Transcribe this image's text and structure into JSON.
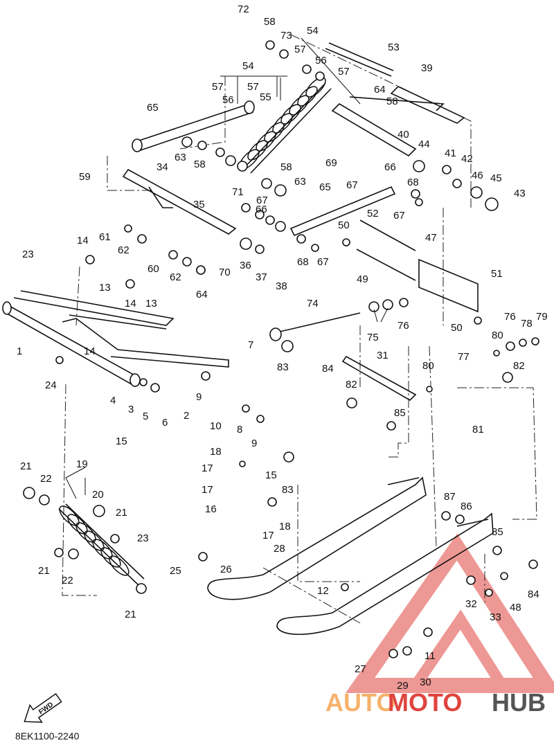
{
  "diagram_ref": "8EK1100-2240",
  "fwd_label": "FWD",
  "watermark": {
    "part1": "AUTO",
    "part2": "MOTO",
    "part3": "HUB",
    "accent": "#e0443e",
    "light": "#f6b26b",
    "dark": "#555555"
  },
  "callouts": [
    {
      "id": "c72",
      "text": "72"
    },
    {
      "id": "c58a",
      "text": "58"
    },
    {
      "id": "c73",
      "text": "73"
    },
    {
      "id": "c54a",
      "text": "54"
    },
    {
      "id": "c57a",
      "text": "57"
    },
    {
      "id": "c56a",
      "text": "56"
    },
    {
      "id": "c53",
      "text": "53"
    },
    {
      "id": "c57b",
      "text": "57"
    },
    {
      "id": "c64a",
      "text": "64"
    },
    {
      "id": "c39",
      "text": "39"
    },
    {
      "id": "c54b",
      "text": "54"
    },
    {
      "id": "c57c",
      "text": "57"
    },
    {
      "id": "c56b",
      "text": "56"
    },
    {
      "id": "c57d",
      "text": "57"
    },
    {
      "id": "c55",
      "text": "55"
    },
    {
      "id": "c58b",
      "text": "58"
    },
    {
      "id": "c65a",
      "text": "65"
    },
    {
      "id": "c63a",
      "text": "63"
    },
    {
      "id": "c58c",
      "text": "58"
    },
    {
      "id": "c40",
      "text": "40"
    },
    {
      "id": "c44",
      "text": "44"
    },
    {
      "id": "c41",
      "text": "41"
    },
    {
      "id": "c42",
      "text": "42"
    },
    {
      "id": "c69",
      "text": "69"
    },
    {
      "id": "c66a",
      "text": "66"
    },
    {
      "id": "c34",
      "text": "34"
    },
    {
      "id": "c58d",
      "text": "58"
    },
    {
      "id": "c63b",
      "text": "63"
    },
    {
      "id": "c59",
      "text": "59"
    },
    {
      "id": "c46",
      "text": "46"
    },
    {
      "id": "c45",
      "text": "45"
    },
    {
      "id": "c67a",
      "text": "67"
    },
    {
      "id": "c68a",
      "text": "68"
    },
    {
      "id": "c43",
      "text": "43"
    },
    {
      "id": "c71",
      "text": "71"
    },
    {
      "id": "c67b",
      "text": "67"
    },
    {
      "id": "c65b",
      "text": "65"
    },
    {
      "id": "c35",
      "text": "35"
    },
    {
      "id": "c66b",
      "text": "66"
    },
    {
      "id": "c52",
      "text": "52"
    },
    {
      "id": "c67c",
      "text": "67"
    },
    {
      "id": "c61",
      "text": "61"
    },
    {
      "id": "c50a",
      "text": "50"
    },
    {
      "id": "c14a",
      "text": "14"
    },
    {
      "id": "c62a",
      "text": "62"
    },
    {
      "id": "c47",
      "text": "47"
    },
    {
      "id": "c23a",
      "text": "23"
    },
    {
      "id": "c60",
      "text": "60"
    },
    {
      "id": "c36",
      "text": "36"
    },
    {
      "id": "c37",
      "text": "37"
    },
    {
      "id": "c68b",
      "text": "68"
    },
    {
      "id": "c67d",
      "text": "67"
    },
    {
      "id": "c70",
      "text": "70"
    },
    {
      "id": "c62b",
      "text": "62"
    },
    {
      "id": "c13a",
      "text": "13"
    },
    {
      "id": "c38",
      "text": "38"
    },
    {
      "id": "c49",
      "text": "49"
    },
    {
      "id": "c51",
      "text": "51"
    },
    {
      "id": "c14b",
      "text": "14"
    },
    {
      "id": "c13b",
      "text": "13"
    },
    {
      "id": "c64b",
      "text": "64"
    },
    {
      "id": "c74",
      "text": "74"
    },
    {
      "id": "c76a",
      "text": "76"
    },
    {
      "id": "c79",
      "text": "79"
    },
    {
      "id": "c76b",
      "text": "76"
    },
    {
      "id": "c78",
      "text": "78"
    },
    {
      "id": "c1",
      "text": "1"
    },
    {
      "id": "c75",
      "text": "75"
    },
    {
      "id": "c50b",
      "text": "50"
    },
    {
      "id": "c80a",
      "text": "80"
    },
    {
      "id": "c14c",
      "text": "14"
    },
    {
      "id": "c7",
      "text": "7"
    },
    {
      "id": "c83a",
      "text": "83"
    },
    {
      "id": "c31",
      "text": "31"
    },
    {
      "id": "c77",
      "text": "77"
    },
    {
      "id": "c82a",
      "text": "82"
    },
    {
      "id": "c24",
      "text": "24"
    },
    {
      "id": "c84a",
      "text": "84"
    },
    {
      "id": "c80b",
      "text": "80"
    },
    {
      "id": "c82b",
      "text": "82"
    },
    {
      "id": "c4",
      "text": "4"
    },
    {
      "id": "c3",
      "text": "3"
    },
    {
      "id": "c5",
      "text": "5"
    },
    {
      "id": "c6",
      "text": "6"
    },
    {
      "id": "c2",
      "text": "2"
    },
    {
      "id": "c9a",
      "text": "9"
    },
    {
      "id": "c10",
      "text": "10"
    },
    {
      "id": "c81",
      "text": "81"
    },
    {
      "id": "c85a",
      "text": "85"
    },
    {
      "id": "c8",
      "text": "8"
    },
    {
      "id": "c9b",
      "text": "9"
    },
    {
      "id": "c15a",
      "text": "15"
    },
    {
      "id": "c18a",
      "text": "18"
    },
    {
      "id": "c17a",
      "text": "17"
    },
    {
      "id": "c15b",
      "text": "15"
    },
    {
      "id": "c83b",
      "text": "83"
    },
    {
      "id": "c21a",
      "text": "21"
    },
    {
      "id": "c19",
      "text": "19"
    },
    {
      "id": "c22a",
      "text": "22"
    },
    {
      "id": "c20",
      "text": "20"
    },
    {
      "id": "c17b",
      "text": "17"
    },
    {
      "id": "c16",
      "text": "16"
    },
    {
      "id": "c18b",
      "text": "18"
    },
    {
      "id": "c87",
      "text": "87"
    },
    {
      "id": "c86",
      "text": "86"
    },
    {
      "id": "c21b",
      "text": "21"
    },
    {
      "id": "c23b",
      "text": "23"
    },
    {
      "id": "c17c",
      "text": "17"
    },
    {
      "id": "c85b",
      "text": "85"
    },
    {
      "id": "c28",
      "text": "28"
    },
    {
      "id": "c21c",
      "text": "21"
    },
    {
      "id": "c22b",
      "text": "22"
    },
    {
      "id": "c25",
      "text": "25"
    },
    {
      "id": "c26",
      "text": "26"
    },
    {
      "id": "c12",
      "text": "12"
    },
    {
      "id": "c32",
      "text": "32"
    },
    {
      "id": "c48",
      "text": "48"
    },
    {
      "id": "c84b",
      "text": "84"
    },
    {
      "id": "c21d",
      "text": "21"
    },
    {
      "id": "c33",
      "text": "33"
    },
    {
      "id": "c11",
      "text": "11"
    },
    {
      "id": "c27",
      "text": "27"
    },
    {
      "id": "c29",
      "text": "29"
    },
    {
      "id": "c30",
      "text": "30"
    }
  ]
}
